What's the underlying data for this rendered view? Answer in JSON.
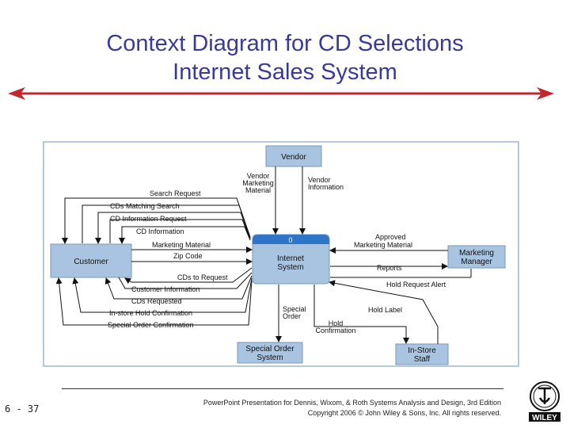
{
  "slide": {
    "title_line1": "Context Diagram for CD Selections",
    "title_line2": "Internet Sales System",
    "slide_number": "6 - 37",
    "footer_line1": "PowerPoint Presentation for Dennis, Wixom, & Roth Systems Analysis and Design, 3rd Edition",
    "footer_line2": "Copyright 2006 © John Wiley & Sons, Inc.  All rights reserved.",
    "logo_text": "WILEY"
  },
  "diagram": {
    "process": {
      "number": "0",
      "name_line1": "Internet",
      "name_line2": "System"
    },
    "entities": {
      "vendor": "Vendor",
      "customer": "Customer",
      "marketing_manager_line1": "Marketing",
      "marketing_manager_line2": "Manager",
      "special_order_system_line1": "Special Order",
      "special_order_system_line2": "System",
      "in_store_staff_line1": "In-Store",
      "in_store_staff_line2": "Staff"
    },
    "flows": {
      "vendor_marketing_material": [
        "Vendor",
        "Marketing",
        "Material"
      ],
      "vendor_information": [
        "Vendor",
        "Information"
      ],
      "customer": [
        "Search Request",
        "CDs Matching Search",
        "CD Information Request",
        "CD Information",
        "Marketing Material",
        "Zip Code",
        "CDs to Request",
        "Customer Information",
        "CDs Requested",
        "In-store Hold Confirmation",
        "Special Order Confirmation"
      ],
      "approved_marketing_material": [
        "Approved",
        "Marketing Material"
      ],
      "reports": "Reports",
      "hold_request_alert": "Hold Request Alert",
      "special_order": [
        "Special",
        "Order"
      ],
      "hold_label": "Hold Label",
      "hold_confirmation": [
        "Hold",
        "Confirmation"
      ]
    }
  },
  "colors": {
    "title": "#3a3a9a",
    "entity_fill": "#a9c4e0",
    "process_fill": "#a9c4e0",
    "process_header": "#2e75c9",
    "arrow_red": "#c1272d"
  }
}
